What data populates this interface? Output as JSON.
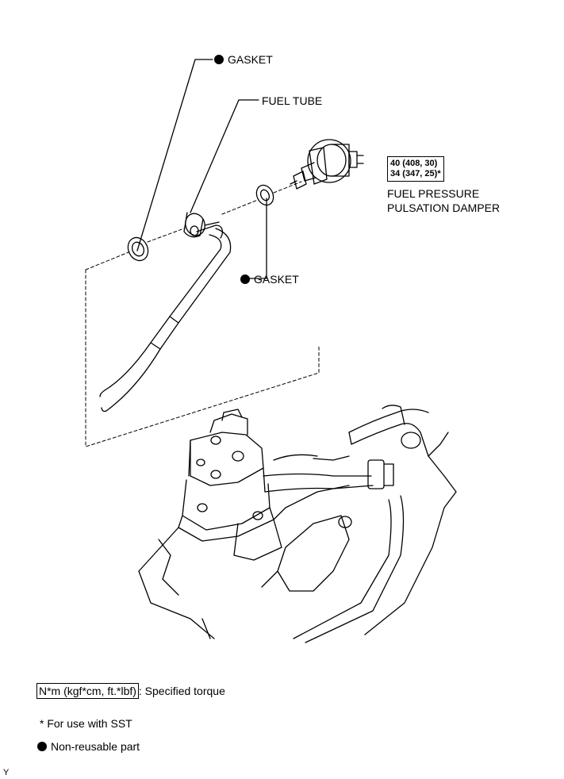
{
  "labels": {
    "gasket_top": "GASKET",
    "fuel_tube": "FUEL TUBE",
    "gasket_bottom": "GASKET",
    "damper_line1": "FUEL PRESSURE",
    "damper_line2": "PULSATION DAMPER",
    "torque_line1": "40 (408, 30)",
    "torque_line2": "34 (347, 25)*"
  },
  "legend": {
    "torque_box": "N*m (kgf*cm, ft.*lbf)",
    "torque_text": ": Specified torque",
    "sst": "* For use with SST",
    "nonreusable": "Non-reusable part"
  },
  "corner_code": "Y",
  "icons": {
    "non_reusable": "filled-circle-icon"
  }
}
